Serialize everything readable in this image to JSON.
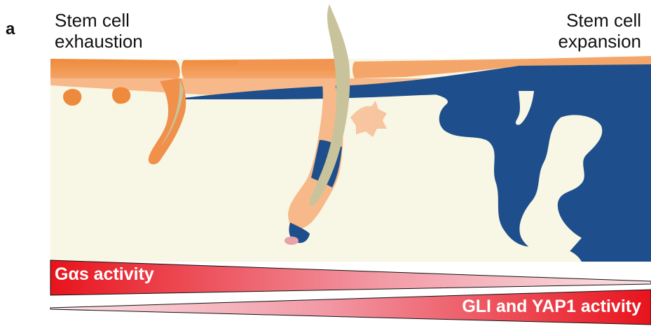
{
  "panel_label": "a",
  "left_label": {
    "line1": "Stem cell",
    "line2": "exhaustion"
  },
  "right_label": {
    "line1": "Stem cell",
    "line2": "expansion"
  },
  "gradients": {
    "top": {
      "label": "Gαs activity",
      "color": "#e8131c"
    },
    "bottom": {
      "label": "GLI and YAP1 activity",
      "color": "#e8131c"
    }
  },
  "colors": {
    "dermis": "#f8f6e4",
    "epidermis_dark": "#ee8a3c",
    "epidermis_light": "#f7b98a",
    "stem_cells": "#1e4f8c",
    "hair_shaft": "#c9c39b",
    "papilla": "#e8a2a8"
  }
}
